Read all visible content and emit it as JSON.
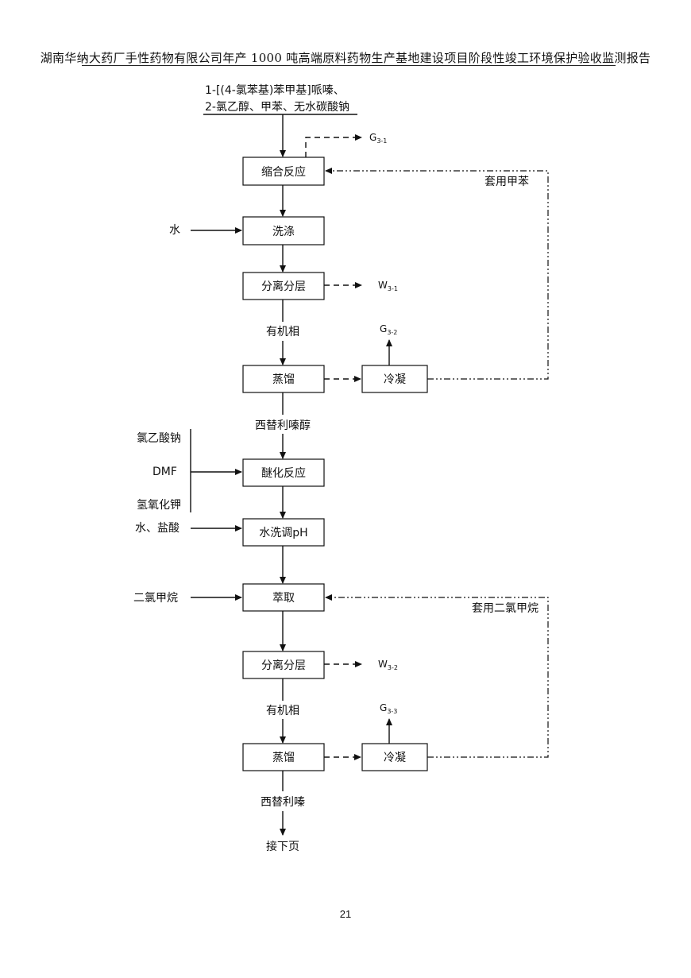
{
  "header": {
    "title": "湖南华纳大药厂手性药物有限公司年产 1000 吨高端原料药物生产基地建设项目阶段性竣工环境保护验收监测报告"
  },
  "diagram": {
    "raw_materials": [
      "1-[(4-氯苯基)苯甲基]哌嗪、",
      "2-氯乙醇、甲苯、无水碳酸钠"
    ],
    "steps": {
      "condensation": "缩合反应",
      "washing": "洗涤",
      "separation1": "分离分层",
      "distill1": "蒸馏",
      "condense1": "冷凝",
      "etherification": "醚化反应",
      "wash_ph": "水洗调pH",
      "extraction": "萃取",
      "separation2": "分离分层",
      "distill2": "蒸馏",
      "condense2": "冷凝"
    },
    "inputs": {
      "water": "水",
      "sodium_chloroacetate": "氯乙酸钠",
      "dmf": "DMF",
      "koh": "氢氧化钾",
      "water_hcl": "水、盐酸",
      "dcm": "二氯甲烷"
    },
    "intermediates": {
      "organic1": "有机相",
      "hydroxyzine_alcohol": "西替利嗪醇",
      "organic2": "有机相",
      "cetirizine": "西替利嗪",
      "next_page": "接下页"
    },
    "emissions": {
      "g31": {
        "main": "G",
        "sub": "3-1"
      },
      "w31": {
        "main": "W",
        "sub": "3-1"
      },
      "g32": {
        "main": "G",
        "sub": "3-2"
      },
      "w32": {
        "main": "W",
        "sub": "3-2"
      },
      "g33": {
        "main": "G",
        "sub": "3-3"
      }
    },
    "recycle": {
      "toluene": "套用甲苯",
      "dcm": "套用二氯甲烷"
    }
  },
  "page_number": "21"
}
